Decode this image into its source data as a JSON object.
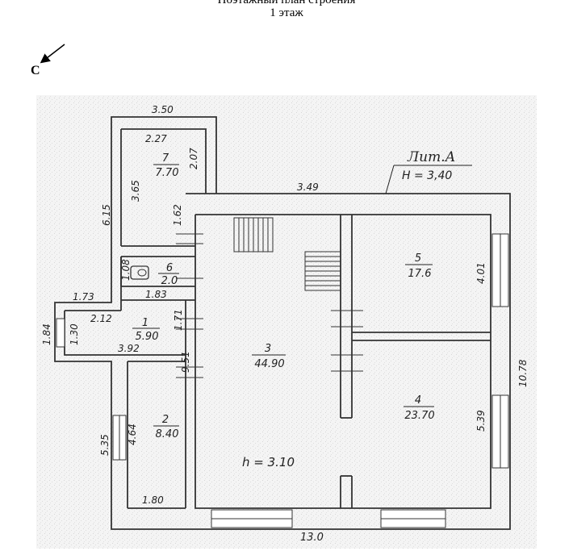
{
  "header": {
    "title_line1": "Поэтажный план строения",
    "title_line2": "1 этаж"
  },
  "north": {
    "label": "С"
  },
  "building": {
    "liter": "Лит.А",
    "height": "H = 3,40",
    "room_height": "h = 3.10"
  },
  "rooms": [
    {
      "id": "room1",
      "number": "1",
      "area": "5.90"
    },
    {
      "id": "room2",
      "number": "2",
      "area": "8.40"
    },
    {
      "id": "room3",
      "number": "3",
      "area": "44.90"
    },
    {
      "id": "room4",
      "number": "4",
      "area": "23.70"
    },
    {
      "id": "room5",
      "number": "5",
      "area": "17.6"
    },
    {
      "id": "room6",
      "number": "6",
      "area": "2.0"
    },
    {
      "id": "room7",
      "number": "7",
      "area": "7.70"
    }
  ],
  "dimensions": {
    "d350": "3.50",
    "d227": "2.27",
    "d207": "2.07",
    "d365": "3.65",
    "d615": "6.15",
    "d162": "1.62",
    "d349": "3.49",
    "d108": "1.08",
    "d173": "1.73",
    "d183": "1.83",
    "d212": "2.12",
    "d171": "1.71",
    "d184": "1.84",
    "d130": "1.30",
    "d392": "3.92",
    "d951": "9.51",
    "d401": "4.01",
    "d1078": "10.78",
    "d539": "5.39",
    "d535": "5.35",
    "d464": "4.64",
    "d180": "1.80",
    "d130b": "13.0"
  }
}
